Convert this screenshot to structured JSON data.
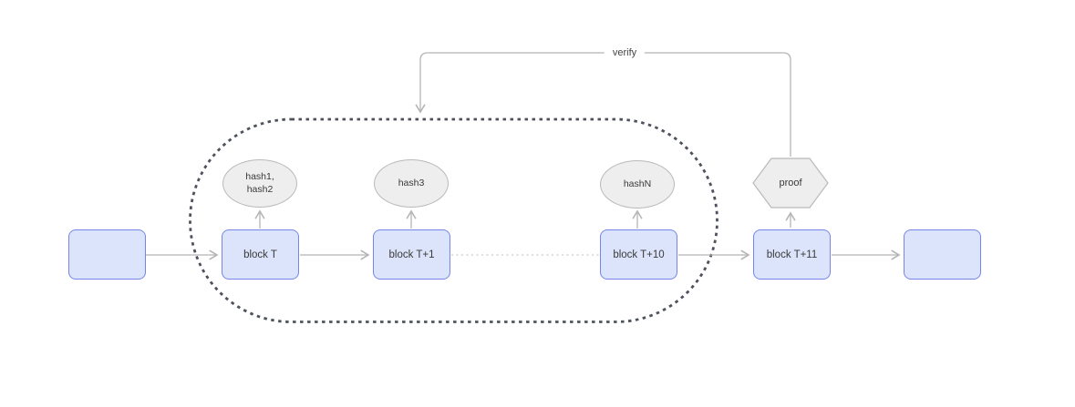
{
  "colors": {
    "block-fill": "#dce4fb",
    "block-stroke": "#7585e8",
    "shape-fill": "#eeeeee",
    "shape-stroke": "#b9b9b9",
    "connector": "#b5b5b5",
    "dotted-link": "#c9c9c9",
    "capsule": "#4d525c",
    "text": "#3a3a3a",
    "bg": "#ffffff"
  },
  "nodes": {
    "block_prev": {
      "label": ""
    },
    "block_t": {
      "label": "block T"
    },
    "block_t1": {
      "label": "block T+1"
    },
    "block_t10": {
      "label": "block T+10"
    },
    "block_t11": {
      "label": "block T+11"
    },
    "block_next": {
      "label": ""
    },
    "hash12": {
      "line1": "hash1,",
      "line2": "hash2"
    },
    "hash3": {
      "label": "hash3"
    },
    "hashN": {
      "label": "hashN"
    },
    "proof": {
      "label": "proof"
    }
  },
  "connectors": {
    "verify_label": "verify"
  }
}
